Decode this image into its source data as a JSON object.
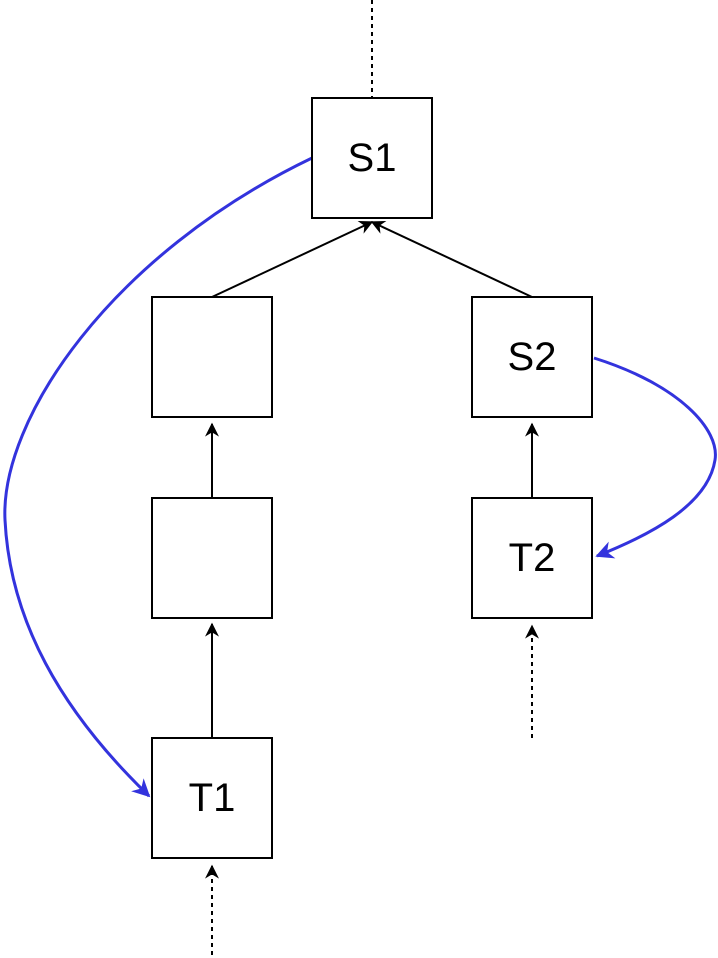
{
  "diagram": {
    "nodes": [
      {
        "id": "s1",
        "label": "S1"
      },
      {
        "id": "left-mid-upper",
        "label": ""
      },
      {
        "id": "s2",
        "label": "S2"
      },
      {
        "id": "left-mid-lower",
        "label": ""
      },
      {
        "id": "t2",
        "label": "T2"
      },
      {
        "id": "t1",
        "label": "T1"
      }
    ],
    "edges": [
      {
        "from": "left-mid-upper",
        "to": "s1",
        "style": "solid"
      },
      {
        "from": "s2",
        "to": "s1",
        "style": "solid"
      },
      {
        "from": "left-mid-lower",
        "to": "left-mid-upper",
        "style": "solid"
      },
      {
        "from": "t1",
        "to": "left-mid-lower",
        "style": "solid"
      },
      {
        "from": "t2",
        "to": "s2",
        "style": "solid"
      },
      {
        "from": "s1",
        "to": "t1",
        "style": "curved",
        "color": "#3333dd"
      },
      {
        "from": "s2",
        "to": "t2",
        "style": "curved",
        "color": "#3333dd"
      }
    ],
    "colors": {
      "reference_edge": "#3333dd",
      "node_border": "#000000",
      "background": "#ffffff"
    }
  }
}
